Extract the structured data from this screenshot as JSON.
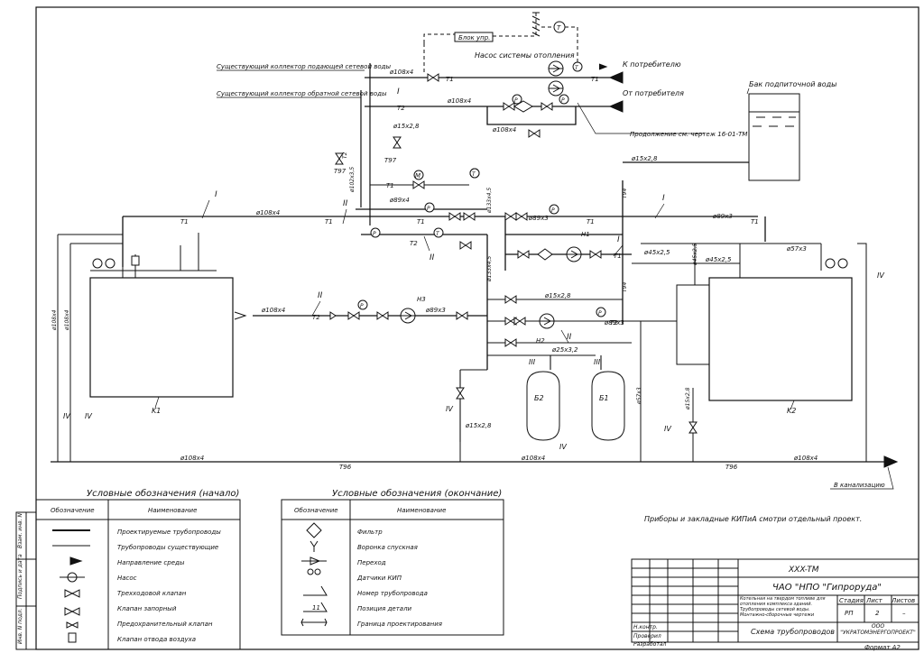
{
  "top": {
    "control_block": "Блок упр.",
    "temp_sensor": "T",
    "pump_label": "Насос системы отопления",
    "to_consumer": "К потребителю",
    "from_consumer": "От потребителя",
    "supply_collector": "Существующий коллектор подающей сетевой воды",
    "return_collector": "Существующий коллектор обратной сетевой воды",
    "continuation": "Продолжение см. чертеж 16-01-ТМ",
    "makeup_tank": "Бак подпиточной воды"
  },
  "pipes": {
    "d108x4": "ø108x4",
    "d89x4": "ø89x4",
    "d89x3": "ø89x3",
    "d57x3": "ø57x3",
    "d45x2_5": "ø45x2,5",
    "d15x2_8": "ø15x2,8",
    "d25x3_2": "ø25x3,2",
    "d133x4_5": "ø133x4,5",
    "d102x3_5": "ø102x3,5",
    "T1": "T1",
    "T2": "T2",
    "T4": "T94",
    "T7": "T97",
    "T6": "T96"
  },
  "markers": {
    "I": "I",
    "II": "II",
    "III": "III",
    "IV": "IV",
    "P": "P",
    "T": "T",
    "M": "M"
  },
  "equipment": {
    "K1": "K1",
    "K2": "K2",
    "B1": "Б1",
    "B2": "Б2",
    "N1": "H1",
    "N2": "H2",
    "N3": "H3"
  },
  "drain_label": "В канализацию",
  "note": "Приборы и закладные КИПиА смотри отдельный проект.",
  "legend_left": {
    "title": "Условные обозначения (начало)",
    "col1": "Обозначение",
    "col2": "Наименование",
    "rows": [
      "Проектируемые трубопроводы",
      "Трубопроводы существующие",
      "Направление среды",
      "Насос",
      "Трехходовой клапан",
      "Клапан запорный",
      "Предохранительный клапан",
      "Клапан отвода воздуха"
    ]
  },
  "legend_right": {
    "title": "Условные обозначения (окончание)",
    "col1": "Обозначение",
    "col2": "Наименование",
    "rows": [
      "Фильтр",
      "Воронка спускная",
      "Переход",
      "Датчики КИП",
      "Номер трубопровода",
      "Позиция детали",
      "Граница проектирования"
    ],
    "pos_sample": "11"
  },
  "side_stamp": {
    "inv": "Взам. инв. N",
    "sign": "Подпись и дата",
    "inv_orig": "Инв. N подл."
  },
  "title_block": {
    "code": "XXX-TM",
    "company": "ЧАО \"НПО \"Гипроруда\"",
    "description": "Котельная на твердом топливе для отопления комплекса зданий. Трубопроводы сетевой воды. Монтажно-сборочные чертежи",
    "stage_h": "Стадия",
    "sheet_h": "Лист",
    "sheets_h": "Листов",
    "stage": "РП",
    "sheet": "2",
    "sheets": "–",
    "drawing_name": "Схема трубопроводов",
    "org": "ООО \"УКРАТОМЭНЕРГОПРОЕКТ\"",
    "roles": [
      "Н.контр.",
      "Проверил",
      "Разработал"
    ],
    "format": "Формат А2"
  }
}
